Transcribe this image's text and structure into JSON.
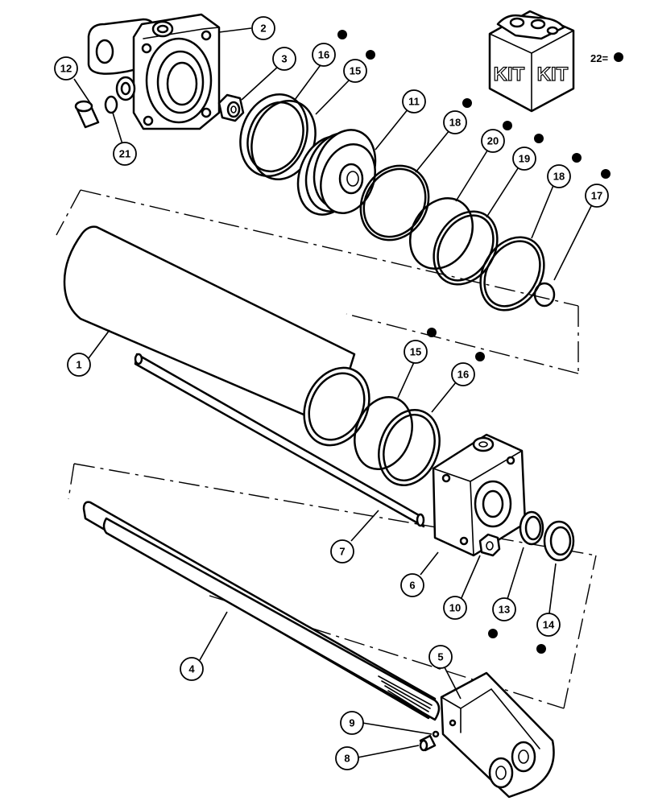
{
  "diagram": {
    "kit_box": {
      "label_left": "KIT",
      "label_right": "KIT"
    },
    "legend": {
      "text": "22="
    },
    "colors": {
      "line": "#000000",
      "background": "#ffffff"
    },
    "callouts": [
      "1",
      "2",
      "3",
      "4",
      "5",
      "6",
      "7",
      "8",
      "9",
      "10",
      "11",
      "12",
      "13",
      "14",
      "15",
      "15",
      "16",
      "16",
      "17",
      "18",
      "18",
      "19",
      "20",
      "21"
    ]
  }
}
